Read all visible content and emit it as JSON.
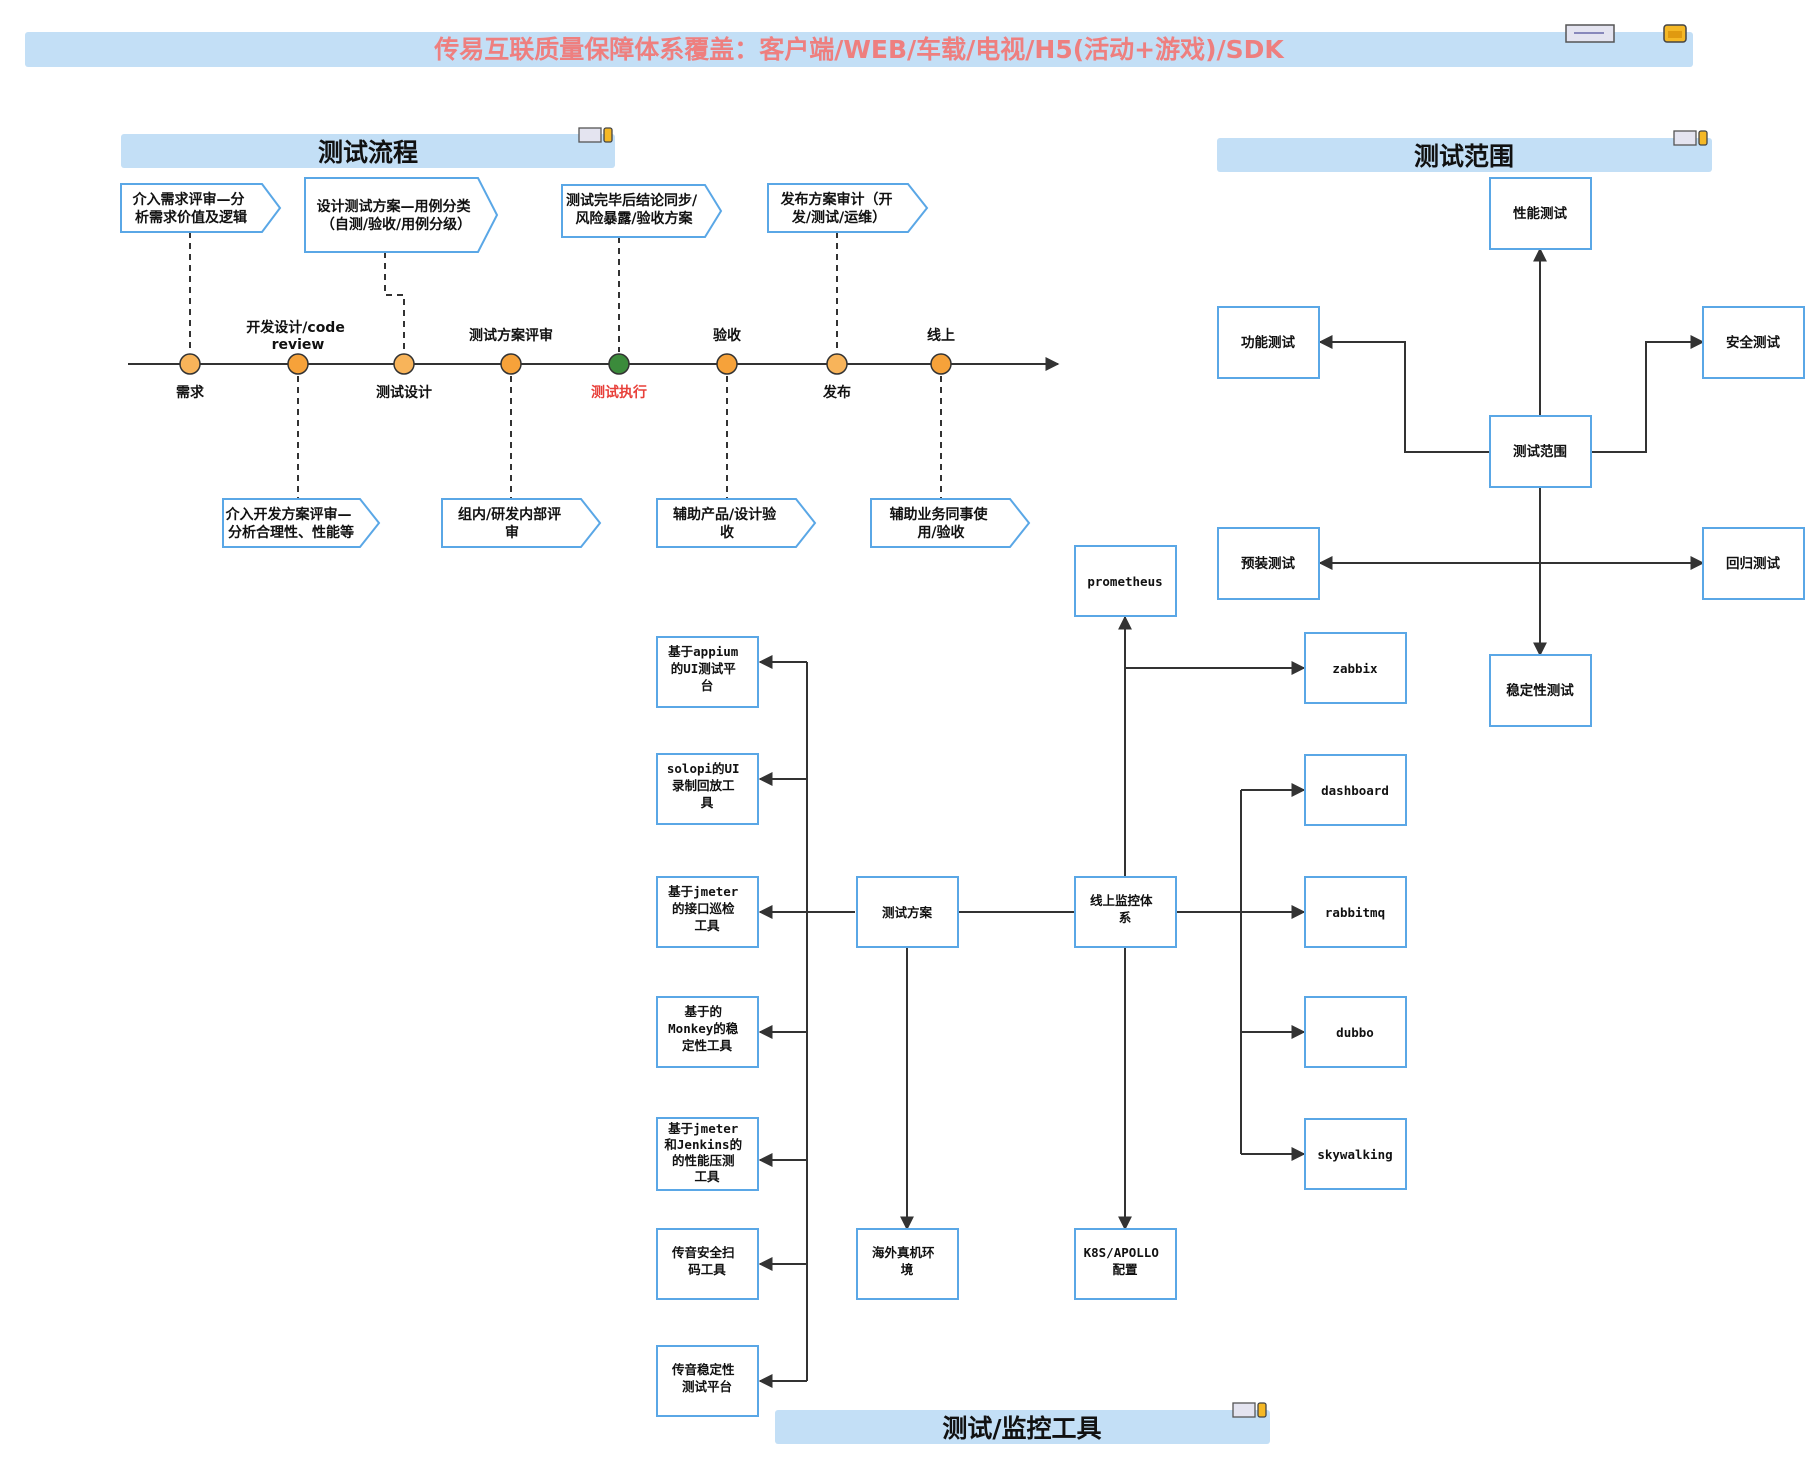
{
  "main_title": "传易互联质量保障体系覆盖：客户端/WEB/车载/电视/H5(活动+游戏)/SDK",
  "colors": {
    "title_bar": "#c3dff6",
    "main_title_text": "#ee7f7f",
    "box_border": "#5aa7e6",
    "milestone_orange": "#f6a23a",
    "milestone_green": "#3b8b3b",
    "highlight_red": "#e8403a"
  },
  "process": {
    "title": "测试流程",
    "milestones": [
      {
        "label": "需求",
        "status": "done"
      },
      {
        "label": "开发设计/code review",
        "status": "done"
      },
      {
        "label": "测试设计",
        "status": "done"
      },
      {
        "label": "测试方案评审",
        "status": "done"
      },
      {
        "label": "测试执行",
        "status": "current"
      },
      {
        "label": "验收",
        "status": "done"
      },
      {
        "label": "发布",
        "status": "done"
      },
      {
        "label": "线上",
        "status": "done"
      }
    ],
    "callouts_top": [
      {
        "line1": "介入需求评审—分",
        "line2": "析需求价值及逻辑"
      },
      {
        "line1": "设计测试方案—用例分类",
        "line2": "（自测/验收/用例分级）"
      },
      {
        "line1": "测试完毕后结论同步/",
        "line2": "风险暴露/验收方案"
      },
      {
        "line1": "发布方案审计（开",
        "line2": "发/测试/运维）"
      }
    ],
    "callouts_bottom": [
      {
        "line1": "介入开发方案评审—",
        "line2": "分析合理性、性能等"
      },
      {
        "line1": "组内/研发内部评",
        "line2": "审"
      },
      {
        "line1": "辅助产品/设计验",
        "line2": "收"
      },
      {
        "line1": "辅助业务同事使",
        "line2": "用/验收"
      }
    ]
  },
  "scope": {
    "title": "测试范围",
    "center": "测试范围",
    "items": {
      "top": "性能测试",
      "left": "功能测试",
      "right": "安全测试",
      "bottom_left": "预装测试",
      "bottom_right": "回归测试",
      "bottom": "稳定性测试"
    }
  },
  "tools": {
    "title": "测试/监控工具",
    "test_plan": "测试方案",
    "test_tools": [
      {
        "lines": [
          "基于appium",
          "的UI测试平",
          "台"
        ]
      },
      {
        "lines": [
          "solopi的UI",
          "录制回放工",
          "具"
        ]
      },
      {
        "lines": [
          "基于jmeter",
          "的接口巡检",
          "工具"
        ]
      },
      {
        "lines": [
          "基于的",
          "Monkey的稳",
          "定性工具"
        ]
      },
      {
        "lines": [
          "基于jmeter",
          "和Jenkins的",
          "的性能压测",
          "工具"
        ]
      },
      {
        "lines": [
          "传音安全扫",
          "码工具"
        ]
      },
      {
        "lines": [
          "传音稳定性",
          "测试平台"
        ]
      }
    ],
    "overseas": {
      "lines": [
        "海外真机环",
        "境"
      ]
    },
    "monitoring": {
      "lines": [
        "线上监控体",
        "系"
      ]
    },
    "prometheus": "prometheus",
    "k8s": {
      "lines": [
        "K8S/APOLLO",
        "配置"
      ]
    },
    "monitor_tools": [
      "zabbix",
      "dashboard",
      "rabbitmq",
      "dubbo",
      "skywalking"
    ]
  }
}
